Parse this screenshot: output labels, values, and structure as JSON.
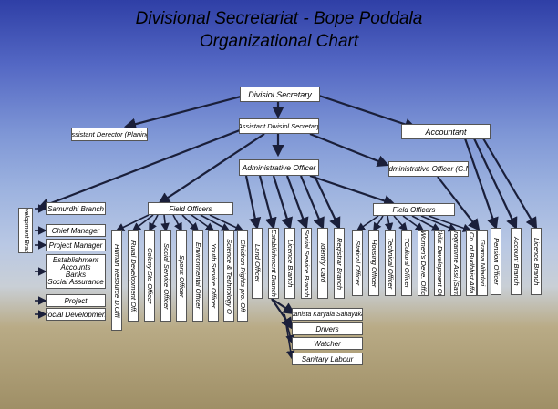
{
  "title_line1": "Divisional Secretariat - Bope Poddala",
  "title_line2": "Organizational Chart",
  "nodes": {
    "divisional_secretary": "Divisiol Secretary",
    "assistant_divisional_secretary": "Assistant Divisiol Secretary",
    "assistant_director": "Assistant Derector (Planing)",
    "accountant": "Accountant",
    "administrative_officer": "Administrative Officer",
    "administrative_officer_gn": "Administrative Officer (G.N)",
    "development_branch": "Development Branch",
    "samurdhi_branch": "Samurdhi Branch",
    "chief_manager": "Chief Manager",
    "project_manager": "Project Manager",
    "est_line1": "Establishment",
    "est_line2": "Accounts",
    "est_line3": "Banks",
    "est_line4": "Social Assurance",
    "project": "Project",
    "social_development": "Social Development",
    "field_officers_left": "Field Officers",
    "field_officers_right": "Field Officers",
    "kanista": "Kanista Karyala Sahayaka",
    "drivers": "Drivers",
    "watcher": "Watcher",
    "sanitary_labour": "Sanitary Labour"
  },
  "left_field_officers": [
    "Human Resource D.Offi",
    "Rural Development Offi",
    "Colony Ste Officer",
    "Social Service Officer",
    "Sports Officer",
    "Environmental Officer",
    "Youth Service Officer",
    "Science & Technology O",
    "Children Rights pro. Off"
  ],
  "admin_branches": [
    "Land Officer",
    "Establishment Branch",
    "Licence Branch",
    "Social Service Branch",
    "Identity Card",
    "Registrar Branch"
  ],
  "right_field_officers": [
    "Statical Officer",
    "Housing Officer",
    "Technical Officer",
    "TCultural Officer",
    "Women's Deve. Offic",
    "Skills Development Offi",
    "Programme Assi.(Sama",
    "Co. of Budhhist Affa",
    "Grama Niladari"
  ],
  "right_branches": [
    "Pension Officer",
    "Account Branch",
    "Licence Branch"
  ],
  "colors": {
    "sky_top": "#2f3fa6",
    "field": "#9f8f66",
    "box_fill": "#ffffff",
    "arrow": "#1a1f3a"
  }
}
